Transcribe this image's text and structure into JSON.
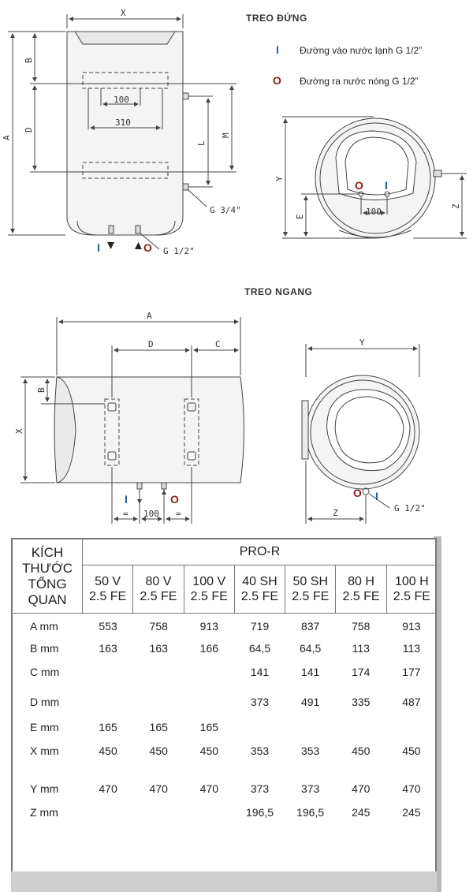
{
  "vertical": {
    "title": "TREO ĐỨNG",
    "legend": [
      {
        "mark": "I",
        "text": "Đường vào nước lạnh G 1/2”",
        "color": "#1a5fa6"
      },
      {
        "mark": "O",
        "text": "Đường ra nước nóng G 1/2”",
        "color": "#8b1a1a"
      }
    ],
    "dims": {
      "x": "X",
      "a": "A",
      "b": "B",
      "d": "D",
      "l": "L",
      "m": "M",
      "d100": "100",
      "d310": "310",
      "g34": "G 3/4\"",
      "g12": "G 1/2\"",
      "y": "Y",
      "e": "E",
      "z": "Z",
      "side100": "100"
    },
    "ports": {
      "in": "I",
      "out": "O"
    }
  },
  "horizontal": {
    "title": "TREO NGANG",
    "dims": {
      "a": "A",
      "d": "D",
      "c": "C",
      "b": "B",
      "x": "X",
      "eq1": "=",
      "eq2": "=",
      "d100": "100",
      "y": "Y",
      "z": "Z",
      "g12": "G 1/2\""
    },
    "ports": {
      "in": "I",
      "out": "O"
    }
  },
  "colors": {
    "in": "#1a5fa6",
    "out": "#8b1a1a",
    "line": "#444444"
  },
  "table": {
    "header_lines": [
      "KÍCH",
      "THƯỚC",
      "TỔNG",
      "QUAN"
    ],
    "group": "PRO-R",
    "models": [
      {
        "l1": "50 V",
        "l2": "2.5 FE"
      },
      {
        "l1": "80 V",
        "l2": "2.5 FE"
      },
      {
        "l1": "100 V",
        "l2": "2.5 FE"
      },
      {
        "l1": "40 SH",
        "l2": "2.5 FE"
      },
      {
        "l1": "50 SH",
        "l2": "2.5 FE"
      },
      {
        "l1": "80 H",
        "l2": "2.5 FE"
      },
      {
        "l1": "100 H",
        "l2": "2.5 FE"
      }
    ],
    "rows": [
      {
        "label": "A mm",
        "values": [
          "553",
          "758",
          "913",
          "719",
          "837",
          "758",
          "913"
        ]
      },
      {
        "label": "B mm",
        "values": [
          "163",
          "163",
          "166",
          "64,5",
          "64,5",
          "113",
          "113"
        ]
      },
      {
        "label": "C mm",
        "values": [
          "",
          "",
          "",
          "141",
          "141",
          "174",
          "177"
        ]
      },
      {
        "label": "D mm",
        "values": [
          "",
          "",
          "",
          "373",
          "491",
          "335",
          "487"
        ]
      },
      {
        "label": "E mm",
        "values": [
          "165",
          "165",
          "165",
          "",
          "",
          "",
          ""
        ]
      },
      {
        "label": "X mm",
        "values": [
          "450",
          "450",
          "450",
          "353",
          "353",
          "450",
          "450"
        ]
      },
      {
        "label": "Y mm",
        "values": [
          "470",
          "470",
          "470",
          "373",
          "373",
          "470",
          "470"
        ]
      },
      {
        "label": "Z mm",
        "values": [
          "",
          "",
          "",
          "196,5",
          "196,5",
          "245",
          "245"
        ]
      }
    ]
  }
}
